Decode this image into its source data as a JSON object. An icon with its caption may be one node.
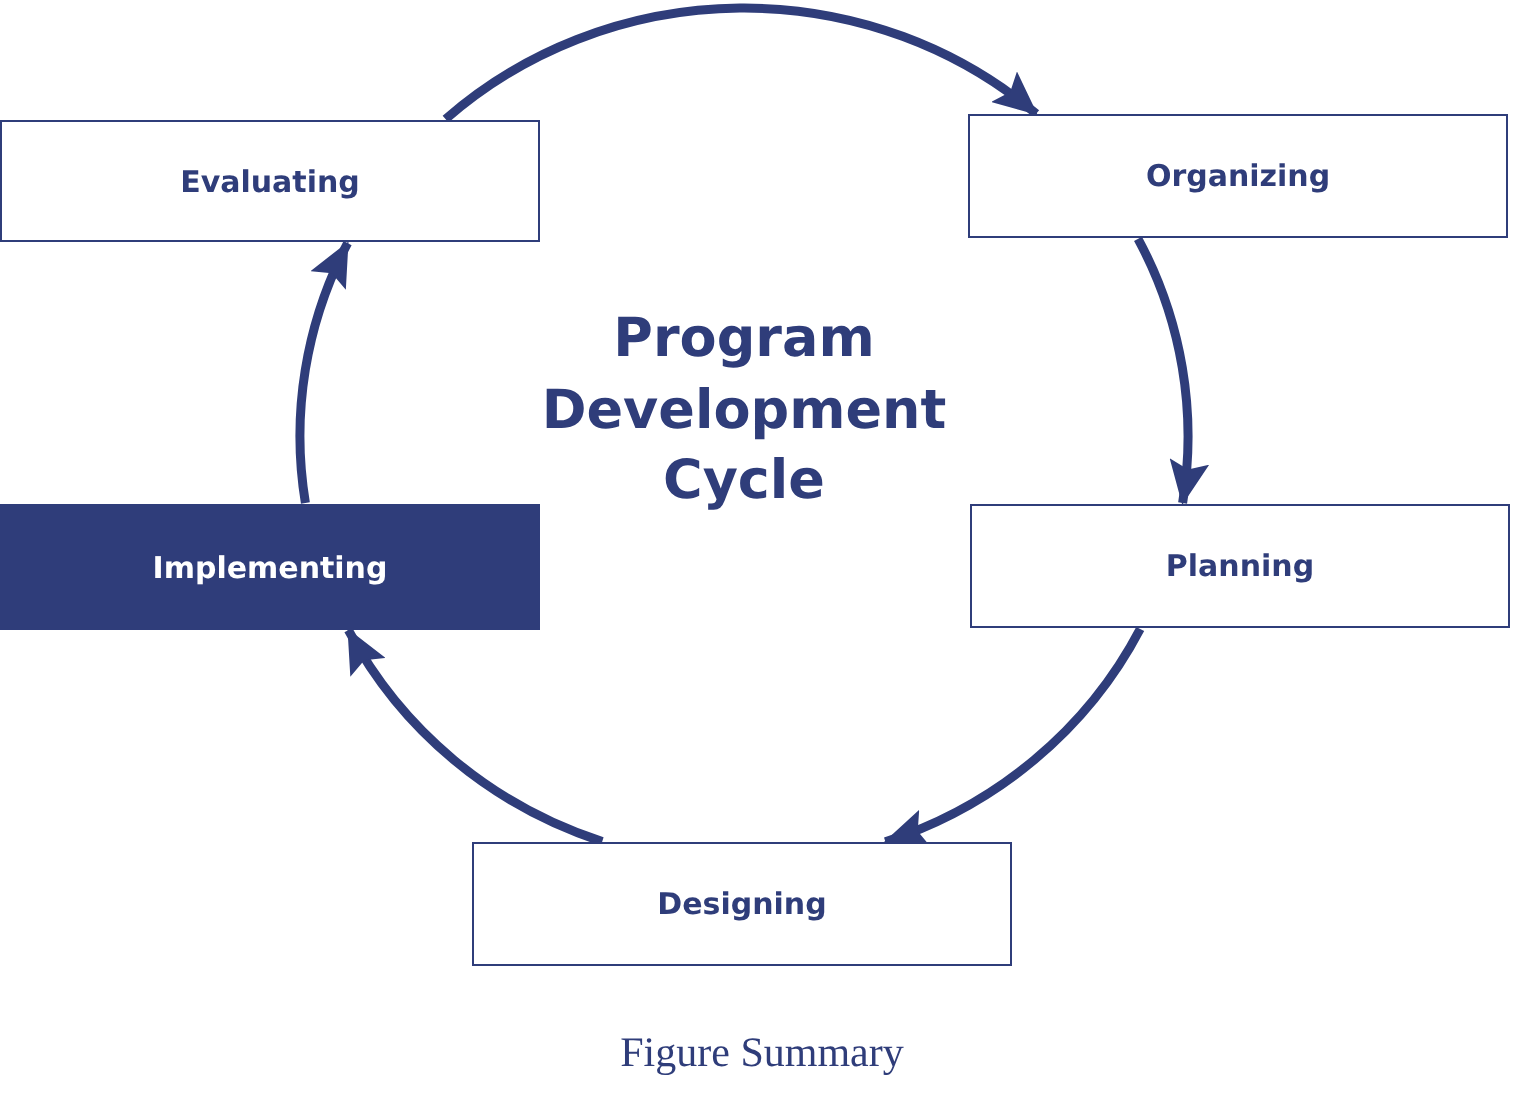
{
  "diagram": {
    "title": "Program Development Cycle",
    "caption": "Figure Summary",
    "nodes": [
      {
        "text": [
          "Evaluating"
        ]
      },
      {
        "text": [
          "Organizing"
        ]
      },
      {
        "text": [
          "Implementing"
        ]
      },
      {
        "text": [
          "Planning"
        ]
      },
      {
        "text": [
          "Designing"
        ]
      }
    ],
    "edges": [
      {
        "from": 0,
        "to": 1,
        "arrow": "to"
      },
      {
        "from": 1,
        "to": 3,
        "arrow": "to"
      },
      {
        "from": 3,
        "to": 4,
        "arrow": "to"
      },
      {
        "from": 4,
        "to": 2,
        "arrow": "to"
      },
      {
        "from": 2,
        "to": 0,
        "arrow": "to"
      }
    ]
  }
}
